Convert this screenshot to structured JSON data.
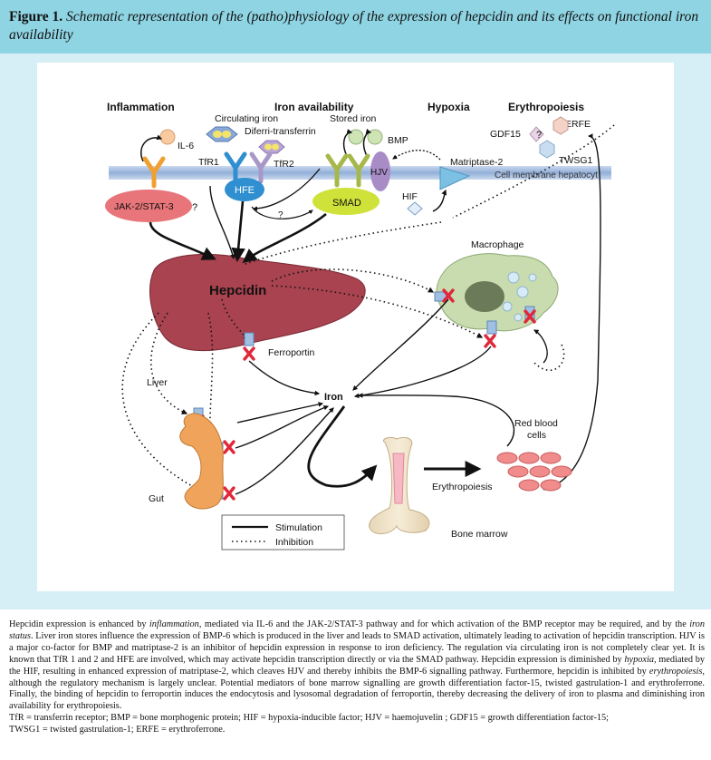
{
  "figure": {
    "label": "Figure 1.",
    "title": "Schematic representation of the (patho)physiology of the expression of hepcidin and its effects on functional iron availability"
  },
  "headings": {
    "inflammation": "Inflammation",
    "iron_availability": "Iron availability",
    "hypoxia": "Hypoxia",
    "erythropoiesis": "Erythropoiesis"
  },
  "labels": {
    "circulating_iron": "Circulating iron",
    "diferri_transferrin": "Diferri-transferrin",
    "stored_iron": "Stored iron",
    "il6": "IL-6",
    "tfr1": "TfR1",
    "tfr2": "TfR2",
    "bmp": "BMP",
    "hjv": "HJV",
    "matriptase2": "Matriptase-2",
    "gdf15": "GDF15",
    "erfe": "ERFE",
    "twsg1": "TWSG1",
    "cell_membrane": "Cell membrane hepatocyt",
    "jak_stat": "JAK-2/STAT-3",
    "hfe": "HFE",
    "smad": "SMAD",
    "hif": "HIF",
    "q1": "?",
    "q2": "?",
    "q3": "?",
    "hepcidin": "Hepcidin",
    "macrophage": "Macrophage",
    "ferroportin": "Ferroportin",
    "liver": "Liver",
    "iron": "Iron",
    "red_blood_cells_1": "Red blood",
    "red_blood_cells_2": "cells",
    "gut": "Gut",
    "erythropoiesis_label": "Erythropoiesis",
    "bone_marrow": "Bone marrow"
  },
  "legend": {
    "stimulation": "Stimulation",
    "inhibition": "Inhibition"
  },
  "caption": {
    "p1_a": "Hepcidin expression is enhanced by ",
    "p1_b": "inflammation",
    "p1_c": ", mediated via IL-6 and the JAK-2/STAT-3 pathway and for which activation of the BMP receptor may be required, and by the ",
    "p1_d": "iron status",
    "p1_e": ". Liver iron stores influence the expression of BMP-6 which is produced in the liver and leads to SMAD activation, ultimately leading to activation of hepcidin transcription. HJV is a major co-factor for BMP and matriptase-2 is an inhibitor of hepcidin expression in response to iron deficiency. The regulation via circulating iron is not completely clear yet. It is known that TfR 1 and 2 and HFE are involved, which may activate hepcidin transcription directly or via the SMAD pathway. Hepcidin expression is diminished by ",
    "p1_f": "hypoxia",
    "p1_g": ", mediated by the HIF, resulting in enhanced expression of matriptase-2, which cleaves HJV and thereby inhibits the BMP-6 signalling pathway. Furthermore, hepcidin is inhibited by ",
    "p1_h": "erythropoiesis",
    "p1_i": ", although the regulatory mechanism is largely unclear. Potential mediators of bone marrow signalling are growth differentiation factor-15, twisted gastrulation-1 and erythroferrone. Finally, the binding of hepcidin to ferroportin induces the endocytosis and lysosomal degradation of ferroportin, thereby decreasing the delivery of iron to plasma and diminishing iron availability for erythropoiesis.",
    "abbrev_1": "TfR = transferrin receptor; BMP = bone morphogenic protein; HIF = hypoxia-inducible factor; HJV = haemojuvelin ; GDF15 = growth differentiation factor-15;",
    "abbrev_2": "TWSG1 = twisted gastrulation-1; ERFE = erythroferrone."
  },
  "colors": {
    "header_bg": "#8fd4e3",
    "panel_bg": "#d6eef5",
    "membrane": "#a9c1e0",
    "jak_stat": "#e8757a",
    "hfe": "#2f8fd0",
    "smad": "#cfe23a",
    "hjv": "#a78cc6",
    "liver": "#a8434f",
    "macrophage": "#c9dcb0",
    "gut": "#f0a35a",
    "rbc": "#f08c8c",
    "inhibit_x": "#e0283a"
  }
}
